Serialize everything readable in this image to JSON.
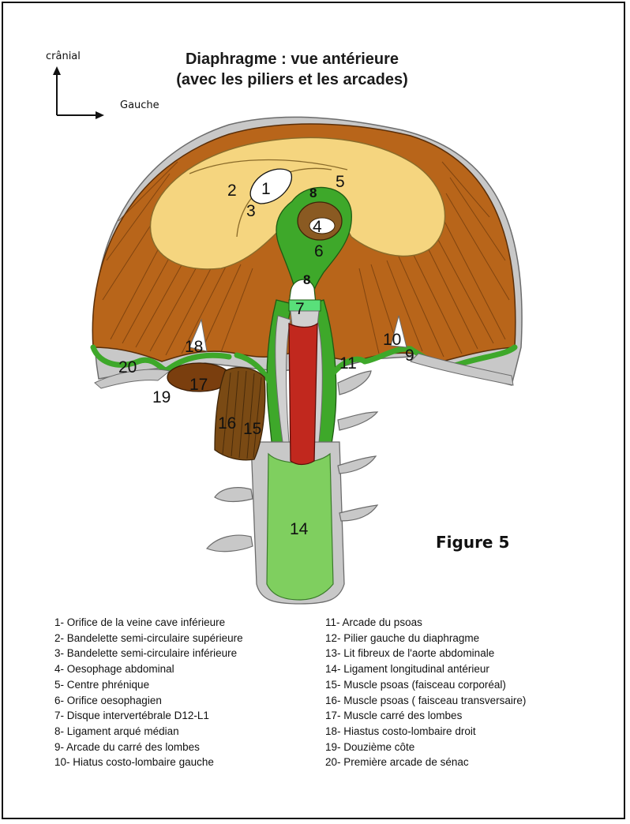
{
  "title": {
    "line1": "Diaphragme : vue antérieure",
    "line2": "(avec les piliers et les arcades)"
  },
  "orientation": {
    "up": "crânial",
    "right": "Gauche"
  },
  "figure_label": "Figure 5",
  "colors": {
    "muscle": "#b8651a",
    "muscle_dark": "#7a3e0e",
    "tendon": "#f5d57f",
    "ligament_green": "#3ea82a",
    "light_green": "#7fcf5f",
    "bone_gray": "#c8c8c8",
    "aorta_red": "#c1281e",
    "disc_green": "#59e07a",
    "psoas_brown": "#7a4a14"
  },
  "diagram_numbers": [
    "1",
    "2",
    "3",
    "4",
    "5",
    "6",
    "7",
    "8",
    "8",
    "9",
    "10",
    "11",
    "14",
    "15",
    "16",
    "17",
    "18",
    "19",
    "20"
  ],
  "legend_left": [
    "1- Orifice de la veine cave inférieure",
    "2- Bandelette semi-circulaire supérieure",
    "3- Bandelette semi-circulaire inférieure",
    "4- Oesophage abdominal",
    "5- Centre phrénique",
    "6- Orifice oesophagien",
    "7- Disque intervertébrale D12-L1",
    "8- Ligament arqué médian",
    "9- Arcade du carré des lombes",
    "10- Hiatus costo-lombaire gauche"
  ],
  "legend_right": [
    "11- Arcade du psoas",
    "12- Pilier gauche du diaphragme",
    "13- Lit fibreux de l'aorte abdominale",
    "14- Ligament longitudinal antérieur",
    "15- Muscle psoas (faisceau corporéal)",
    "16- Muscle psoas ( faisceau transversaire)",
    "17- Muscle carré des lombes",
    "18- Hiastus costo-lombaire droit",
    "19- Douzième côte",
    "20- Première arcade de sénac"
  ]
}
